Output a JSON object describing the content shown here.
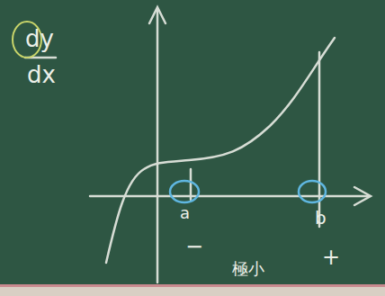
{
  "diagram": {
    "labels": [
      "dy",
      "dx",
      "a",
      "b",
      "−",
      "+",
      "極小"
    ]
  }
}
